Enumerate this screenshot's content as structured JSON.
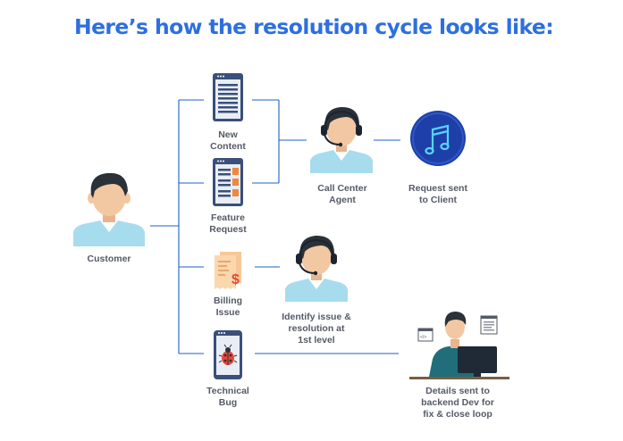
{
  "title": "Here’s how the resolution cycle looks like:",
  "nodes": {
    "customer": "Customer",
    "new_content": "New\nContent",
    "feature_request": "Feature\nRequest",
    "billing_issue": "Billing\nIssue",
    "technical_bug": "Technical\nBug",
    "call_center_agent": "Call Center\nAgent",
    "request_sent": "Request sent\nto Client",
    "identify_issue": "Identify issue &\nresolution at\n1st level",
    "details_sent": "Details sent to\nbackend Dev for\nfix & close loop"
  },
  "colors": {
    "title": "#2d6fe0",
    "connector": "#1c62c8",
    "label": "#555a66",
    "client_circle": "#1f3fa8",
    "doc_frame": "#3a4f7a",
    "skin": "#f2c8a2",
    "hair": "#2b3138",
    "shirt": "#a7dcef"
  },
  "icons": [
    "customer-avatar",
    "document-icon",
    "feature-document-icon",
    "bill-icon",
    "phone-bug-icon",
    "agent-headset-avatar",
    "music-note-icon",
    "developer-desk-icon"
  ]
}
